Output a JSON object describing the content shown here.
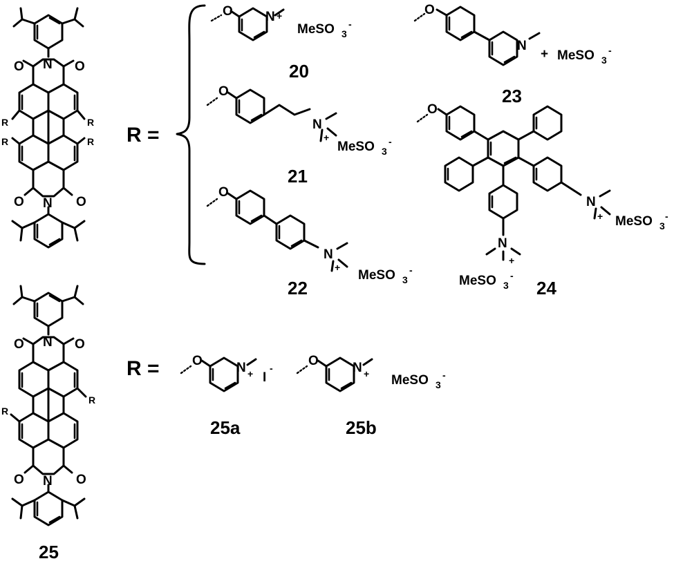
{
  "labels": {
    "c20": "20",
    "c21": "21",
    "c22": "22",
    "c23": "23",
    "c24": "24",
    "c25": "25",
    "c25a": "25a",
    "c25b": "25b"
  },
  "r_equals": "R =",
  "atoms": {
    "R": "R",
    "N": "N",
    "O": "O",
    "plus": "+",
    "counter_mesyl": "MeSO",
    "counter_sub": "3",
    "counter_minus": "-",
    "iodide": "I",
    "iodide_minus": "-"
  }
}
